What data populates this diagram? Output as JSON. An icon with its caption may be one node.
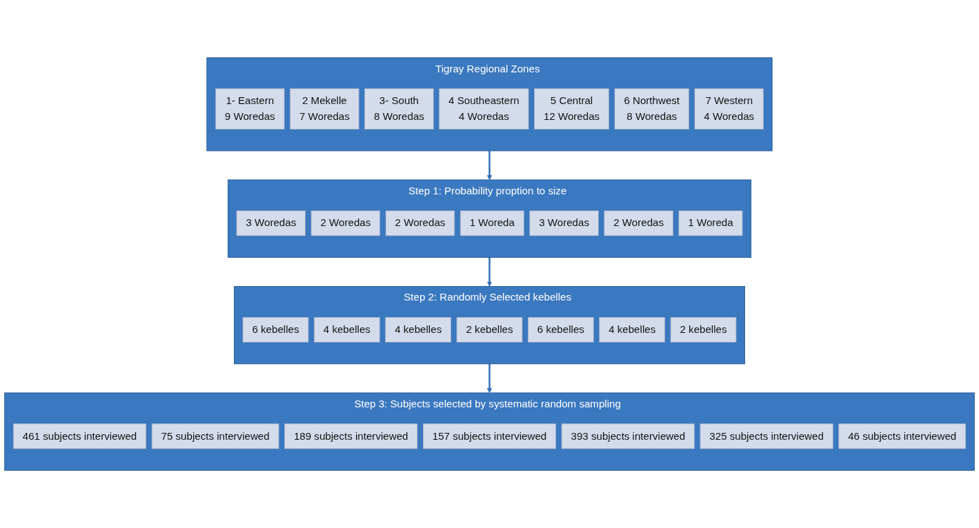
{
  "diagram": {
    "nodes": [
      {
        "text": [
          "Tigray Regional Zones"
        ]
      },
      {
        "text": [
          "1- Eastern",
          "9 Woredas"
        ],
        "in": 0
      },
      {
        "text": [
          "2 Mekelle",
          "7 Woredas"
        ],
        "in": 0
      },
      {
        "text": [
          "3- South",
          "8 Woredas"
        ],
        "in": 0
      },
      {
        "text": [
          "4 Southeastern",
          "4 Woredas"
        ],
        "in": 0
      },
      {
        "text": [
          "5 Central",
          "12 Woredas"
        ],
        "in": 0
      },
      {
        "text": [
          "6 Northwest",
          "8 Woredas"
        ],
        "in": 0
      },
      {
        "text": [
          "7 Western",
          "4 Woredas"
        ],
        "in": 0
      },
      {
        "text": [
          "Step 1: Probability proption to size"
        ]
      },
      {
        "text": [
          "3 Woredas"
        ],
        "in": 8
      },
      {
        "text": [
          "2 Woredas"
        ],
        "in": 8
      },
      {
        "text": [
          "2 Woredas"
        ],
        "in": 8
      },
      {
        "text": [
          "1 Woreda"
        ],
        "in": 8
      },
      {
        "text": [
          "3 Woredas"
        ],
        "in": 8
      },
      {
        "text": [
          "2 Woredas"
        ],
        "in": 8
      },
      {
        "text": [
          "1 Woreda"
        ],
        "in": 8
      },
      {
        "text": [
          "Step 2: Randomly Selected kebelles"
        ]
      },
      {
        "text": [
          "6 kebelles"
        ],
        "in": 16
      },
      {
        "text": [
          "4 kebelles"
        ],
        "in": 16
      },
      {
        "text": [
          "4 kebelles"
        ],
        "in": 16
      },
      {
        "text": [
          "2 kebelles"
        ],
        "in": 16
      },
      {
        "text": [
          "6 kebelles"
        ],
        "in": 16
      },
      {
        "text": [
          "4 kebelles"
        ],
        "in": 16
      },
      {
        "text": [
          "2 kebelles"
        ],
        "in": 16
      },
      {
        "text": [
          "Step 3: Subjects selected by systematic random sampling"
        ]
      },
      {
        "text": [
          "461 subjects interviewed"
        ],
        "in": 24
      },
      {
        "text": [
          "75 subjects interviewed"
        ],
        "in": 24
      },
      {
        "text": [
          "189 subjects interviewed"
        ],
        "in": 24
      },
      {
        "text": [
          "157 subjects interviewed"
        ],
        "in": 24
      },
      {
        "text": [
          "393 subjects interviewed"
        ],
        "in": 24
      },
      {
        "text": [
          "325 subjects interviewed"
        ],
        "in": 24
      },
      {
        "text": [
          "46 subjects interviewed"
        ],
        "in": 24
      }
    ],
    "edges": [
      {
        "from": 0,
        "to": 8,
        "arrow": "to"
      },
      {
        "from": 8,
        "to": 16,
        "arrow": "to"
      },
      {
        "from": 16,
        "to": 24,
        "arrow": "to"
      }
    ]
  }
}
